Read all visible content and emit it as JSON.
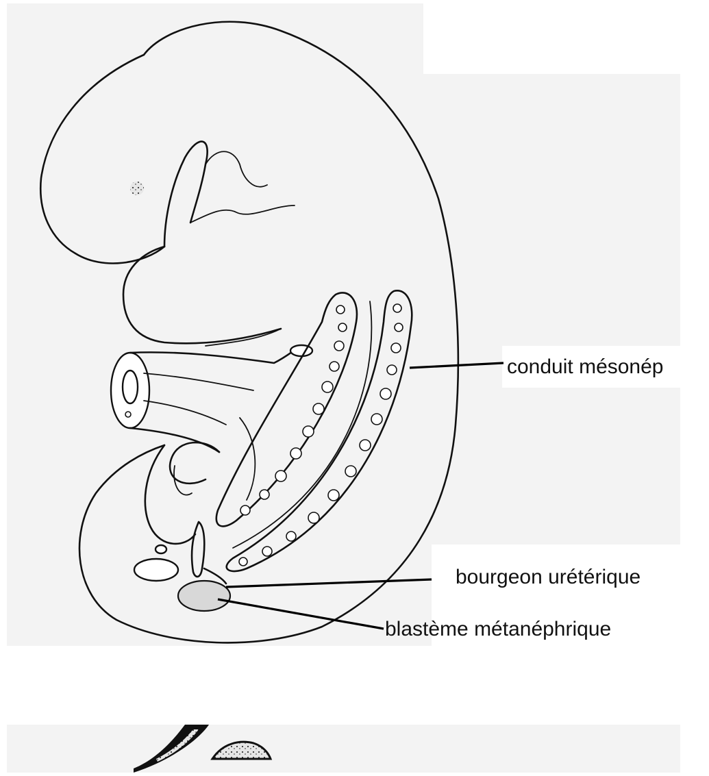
{
  "labels": {
    "mesonephric_duct": "conduit mésonép",
    "ureteric_bud": "bourgeon urétérique",
    "metanephric_blastema": "blastème métanéphrique"
  },
  "colors": {
    "panel_background": "#f3f3f3",
    "ink": "#111111",
    "page": "#ffffff"
  }
}
